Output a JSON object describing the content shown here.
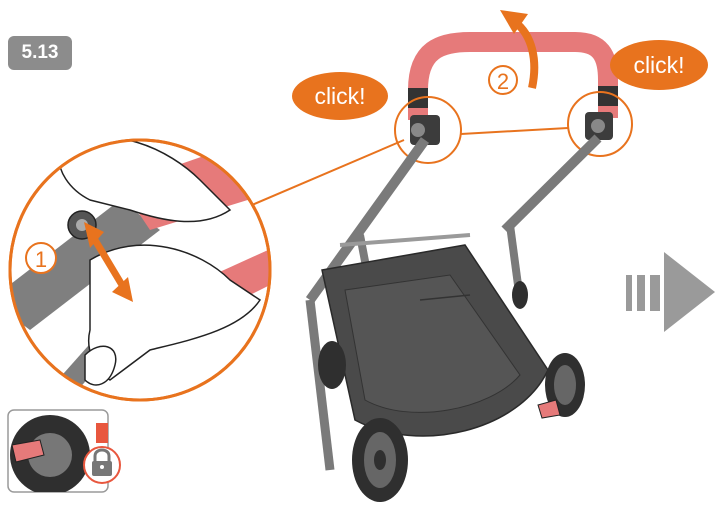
{
  "step": {
    "number": "5.13"
  },
  "callouts": {
    "click_left": "click!",
    "click_right": "click!",
    "step_one": "1",
    "step_two": "2"
  },
  "colors": {
    "accent_orange": "#e8731e",
    "handle_pink": "#e67a7a",
    "frame_grey": "#7a7a7a",
    "fabric_dark": "#4a4a4a",
    "arrow_grey": "#9a9a9a"
  },
  "icons": [
    "hand-icon",
    "stroller-icon",
    "next-arrow-icon",
    "brake-lock-icon",
    "padlock-icon"
  ]
}
